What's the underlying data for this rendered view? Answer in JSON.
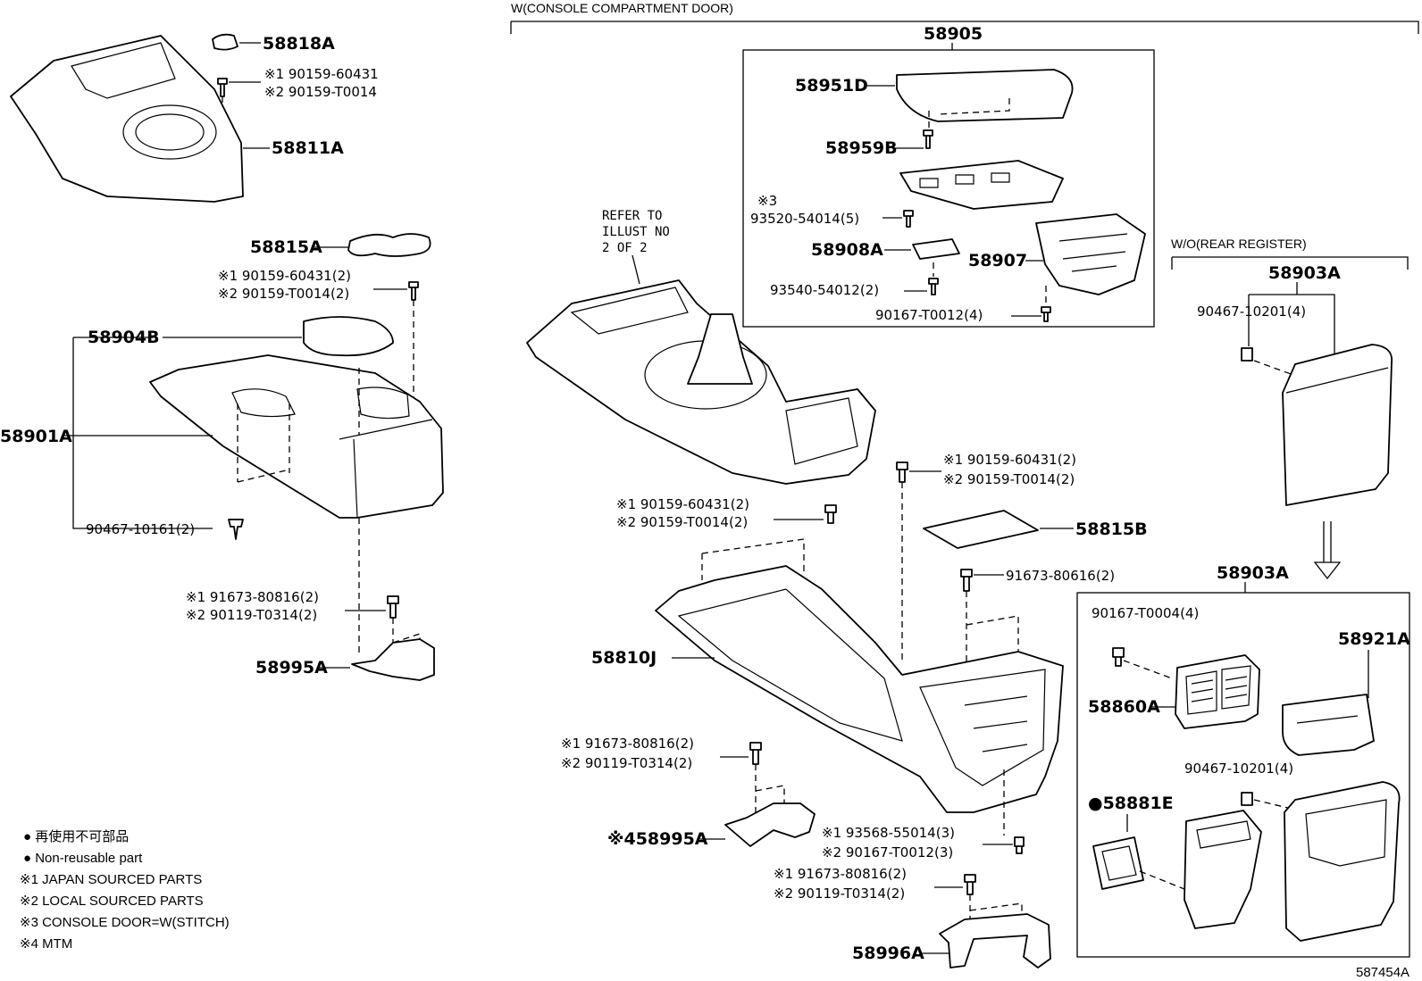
{
  "header": {
    "w_console_door": "W(CONSOLE COMPARTMENT DOOR)",
    "wo_rear_register": "W/O(REAR REGISTER)"
  },
  "refer": {
    "line1": "REFER TO",
    "line2": "ILLUST NO",
    "line3": "2 OF 2"
  },
  "labels": {
    "p58818A": "58818A",
    "p58811A": "58811A",
    "p58815A": "58815A",
    "p58904B": "58904B",
    "p58901A": "58901A",
    "p58995A": "58995A",
    "p58905": "58905",
    "p58951D": "58951D",
    "p58959B": "58959B",
    "p58908A": "58908A",
    "p58907": "58907",
    "p58815B": "58815B",
    "p58810J": "58810J",
    "p58995A_mtm": "※458995A",
    "p58996A": "58996A",
    "p58903A_top": "58903A",
    "p58903A_box": "58903A",
    "p58921A": "58921A",
    "p58860A": "58860A",
    "p58881E": "●58881E"
  },
  "small_labels": {
    "s1": "※1 90159-60431",
    "s2": "※2 90159-T0014",
    "s3": "※1 90159-60431(2)",
    "s4": "※2 90159-T0014(2)",
    "s5": "90467-10161(2)",
    "s6": "※1 91673-80816(2)",
    "s7": "※2 90119-T0314(2)",
    "s8": "※3",
    "s9": "93520-54014(5)",
    "s10": "93540-54012(2)",
    "s11": "90167-T0012(4)",
    "s12": "※1 90159-60431(2)",
    "s13": "※2 90159-T0014(2)",
    "s14": "※1 90159-60431(2)",
    "s15": "※2 90159-T0014(2)",
    "s16": "91673-80616(2)",
    "s17": "※1 91673-80816(2)",
    "s18": "※2 90119-T0314(2)",
    "s19": "※1 93568-55014(3)",
    "s20": "※2 90167-T0012(3)",
    "s21": "※1 91673-80816(2)",
    "s22": "※2 90119-T0314(2)",
    "s23": "90467-10201(4)",
    "s24": "90167-T0004(4)",
    "s25": "90467-10201(4)"
  },
  "legend": {
    "l1": "● 再使用不可部品",
    "l2": "● Non-reusable part",
    "l3": "※1 JAPAN SOURCED PARTS",
    "l4": "※2 LOCAL SOURCED PARTS",
    "l5": "※3 CONSOLE DOOR=W(STITCH)",
    "l6": "※4 MTM"
  },
  "illustration_id": "587454A"
}
